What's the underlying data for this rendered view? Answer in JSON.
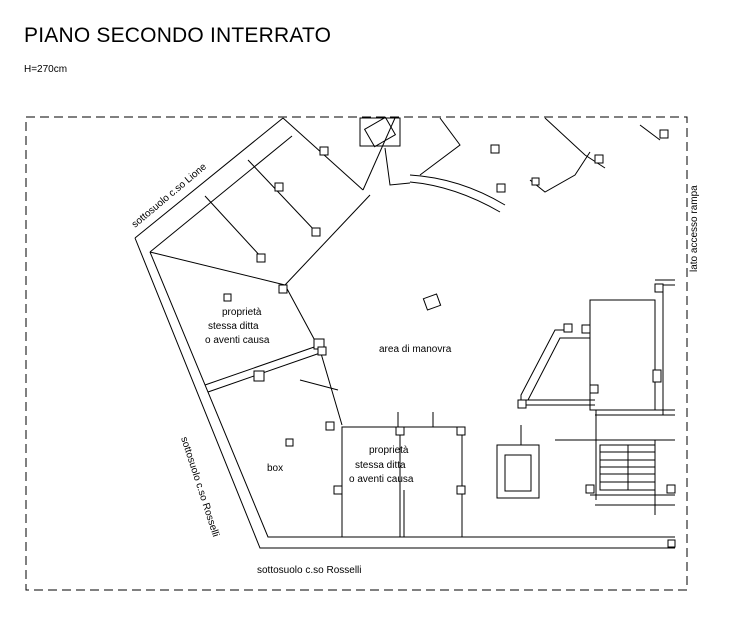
{
  "header": {
    "title": "PIANO SECONDO INTERRATO",
    "height_note": "H=270cm"
  },
  "labels": {
    "lione": "sottosuolo c.so Lione",
    "rosselli_left": "sottosuolo c.so Rosselli",
    "rosselli_bottom": "sottosuolo c.so Rosselli",
    "rampa": "lato accesso rampa",
    "area": "area di manovra",
    "box": "box",
    "prop_left": [
      "proprietà",
      "stessa ditta",
      "o aventi causa"
    ],
    "prop_center": [
      "proprietà",
      "stessa ditta",
      "o aventi causa"
    ]
  }
}
